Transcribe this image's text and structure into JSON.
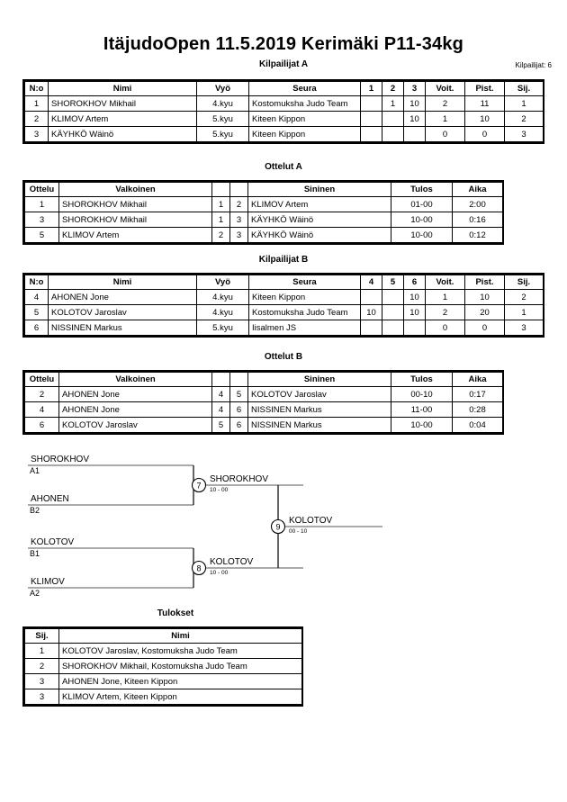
{
  "header": {
    "title": "ItäjudoOpen   11.5.2019  Kerimäki   P11-34kg",
    "competitor_count": "Kilpailijat: 6"
  },
  "sections": {
    "pool_a_caption": "Kilpailijat A",
    "matches_a_caption": "Ottelut A",
    "pool_b_caption": "Kilpailijat B",
    "matches_b_caption": "Ottelut B",
    "results_caption": "Tulokset"
  },
  "pool_a": {
    "headers": [
      "N:o",
      "Nimi",
      "Vyö",
      "Seura",
      "1",
      "2",
      "3",
      "Voit.",
      "Pist.",
      "Sij."
    ],
    "rows": [
      {
        "no": "1",
        "name": "SHOROKHOV Mikhail",
        "belt": "4.kyu",
        "club": "Kostomuksha Judo Team",
        "m1": "",
        "m2": "1",
        "m3": "10",
        "wins": "2",
        "points": "11",
        "rank": "1"
      },
      {
        "no": "2",
        "name": "KLIMOV Artem",
        "belt": "5.kyu",
        "club": "Kiteen Kippon",
        "m1": "",
        "m2": "",
        "m3": "10",
        "wins": "1",
        "points": "10",
        "rank": "2"
      },
      {
        "no": "3",
        "name": "KÄYHKÖ Wäinö",
        "belt": "5.kyu",
        "club": "Kiteen Kippon",
        "m1": "",
        "m2": "",
        "m3": "",
        "wins": "0",
        "points": "0",
        "rank": "3"
      }
    ]
  },
  "matches_a": {
    "headers": [
      "Ottelu",
      "Valkoinen",
      "",
      "",
      "Sininen",
      "Tulos",
      "Aika"
    ],
    "rows": [
      {
        "match": "1",
        "white": "SHOROKHOV Mikhail",
        "wno": "1",
        "bno": "2",
        "blue": "KLIMOV Artem",
        "result": "01-00",
        "time": "2:00"
      },
      {
        "match": "3",
        "white": "SHOROKHOV Mikhail",
        "wno": "1",
        "bno": "3",
        "blue": "KÄYHKÖ Wäinö",
        "result": "10-00",
        "time": "0:16"
      },
      {
        "match": "5",
        "white": "KLIMOV Artem",
        "wno": "2",
        "bno": "3",
        "blue": "KÄYHKÖ Wäinö",
        "result": "10-00",
        "time": "0:12"
      }
    ]
  },
  "pool_b": {
    "headers": [
      "N:o",
      "Nimi",
      "Vyö",
      "Seura",
      "4",
      "5",
      "6",
      "Voit.",
      "Pist.",
      "Sij."
    ],
    "rows": [
      {
        "no": "4",
        "name": "AHONEN Jone",
        "belt": "4.kyu",
        "club": "Kiteen Kippon",
        "m1": "",
        "m2": "",
        "m3": "10",
        "wins": "1",
        "points": "10",
        "rank": "2"
      },
      {
        "no": "5",
        "name": "KOLOTOV Jaroslav",
        "belt": "4.kyu",
        "club": "Kostomuksha Judo Team",
        "m1": "10",
        "m2": "",
        "m3": "10",
        "wins": "2",
        "points": "20",
        "rank": "1"
      },
      {
        "no": "6",
        "name": "NISSINEN Markus",
        "belt": "5.kyu",
        "club": "Iisalmen JS",
        "m1": "",
        "m2": "",
        "m3": "",
        "wins": "0",
        "points": "0",
        "rank": "3"
      }
    ]
  },
  "matches_b": {
    "headers": [
      "Ottelu",
      "Valkoinen",
      "",
      "",
      "Sininen",
      "Tulos",
      "Aika"
    ],
    "rows": [
      {
        "match": "2",
        "white": "AHONEN Jone",
        "wno": "4",
        "bno": "5",
        "blue": "KOLOTOV Jaroslav",
        "result": "00-10",
        "time": "0:17"
      },
      {
        "match": "4",
        "white": "AHONEN Jone",
        "wno": "4",
        "bno": "6",
        "blue": "NISSINEN Markus",
        "result": "11-00",
        "time": "0:28"
      },
      {
        "match": "6",
        "white": "KOLOTOV Jaroslav",
        "wno": "5",
        "bno": "6",
        "blue": "NISSINEN Markus",
        "result": "10-00",
        "time": "0:04"
      }
    ]
  },
  "bracket": {
    "entries": [
      {
        "name": "SHOROKHOV",
        "seed": "A1"
      },
      {
        "name": "AHONEN",
        "seed": "B2"
      },
      {
        "name": "KOLOTOV",
        "seed": "B1"
      },
      {
        "name": "KLIMOV",
        "seed": "A2"
      }
    ],
    "nodes": [
      {
        "number": "7",
        "winner": "SHOROKHOV",
        "score": "10 - 00"
      },
      {
        "number": "8",
        "winner": "KOLOTOV",
        "score": "10 - 00"
      },
      {
        "number": "9",
        "winner": "KOLOTOV",
        "score": "00 - 10"
      }
    ]
  },
  "results": {
    "headers": [
      "Sij.",
      "Nimi"
    ],
    "rows": [
      {
        "rank": "1",
        "name": "KOLOTOV Jaroslav, Kostomuksha Judo Team"
      },
      {
        "rank": "2",
        "name": "SHOROKHOV Mikhail, Kostomuksha Judo Team"
      },
      {
        "rank": "3",
        "name": "AHONEN Jone, Kiteen Kippon"
      },
      {
        "rank": "3",
        "name": "KLIMOV Artem, Kiteen Kippon"
      }
    ]
  }
}
